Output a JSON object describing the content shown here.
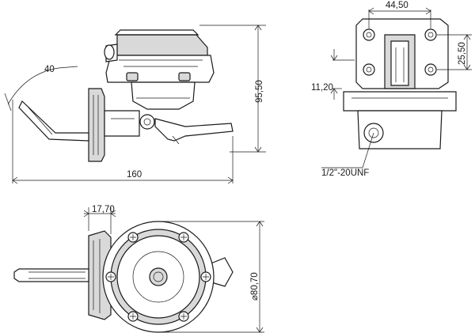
{
  "dimensions": {
    "top_width": "44,50",
    "side_height": "25,50",
    "offset": "11,20",
    "thread": "1/2\"-20UNF",
    "lever_angle": "40",
    "overall_height": "95,50",
    "overall_length": "160",
    "flange_thickness": "17,70",
    "body_diameter": "⌀80,70"
  },
  "colors": {
    "line": "#1a1a1a",
    "shading": "#d9d9d9"
  }
}
